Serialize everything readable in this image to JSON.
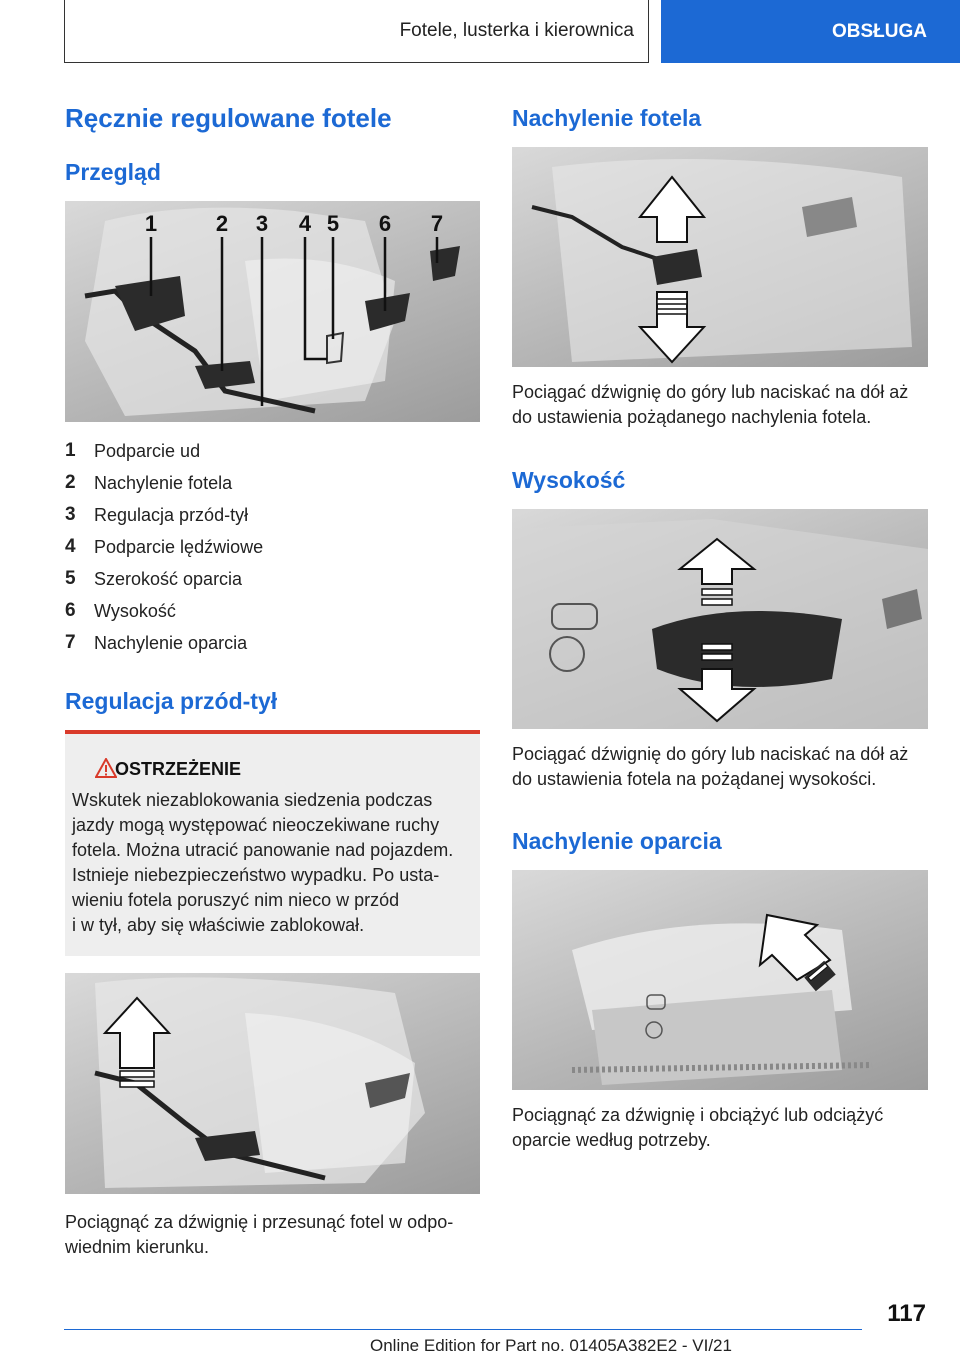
{
  "header": {
    "section": "Fotele, lusterka i kierownica",
    "tab": "OBSŁUGA"
  },
  "left": {
    "title": "Ręcznie regulowane fotele",
    "overview_heading": "Przegląd",
    "overview_callouts": [
      "1",
      "2",
      "3",
      "4",
      "5",
      "6",
      "7"
    ],
    "legend": [
      {
        "num": "1",
        "label": "Podparcie ud"
      },
      {
        "num": "2",
        "label": "Nachylenie fotela"
      },
      {
        "num": "3",
        "label": "Regulacja przód-tył"
      },
      {
        "num": "4",
        "label": "Podparcie lędźwiowe"
      },
      {
        "num": "5",
        "label": "Szerokość oparcia"
      },
      {
        "num": "6",
        "label": "Wysokość"
      },
      {
        "num": "7",
        "label": "Nachylenie oparcia"
      }
    ],
    "fore_aft_heading": "Regulacja przód-tył",
    "warning": {
      "title": "OSTRZEŻENIE",
      "lines": [
        "Wskutek niezablokowania siedzenia podczas",
        "jazdy mogą występować nieoczekiwane ruchy",
        "fotela. Można utracić panowanie nad pojazdem.",
        "Istnieje niebezpieczeństwo wypadku. Po usta-",
        "wieniu fotela poruszyć nim nieco w przód",
        "i w tył, aby się właściwie zablokował."
      ]
    },
    "fore_aft_caption": [
      "Pociągnąć za dźwignię i przesunąć fotel w odpo-",
      "wiednim kierunku."
    ]
  },
  "right": {
    "tilt_heading": "Nachylenie fotela",
    "tilt_caption": [
      "Pociągać dźwignię do góry lub naciskać na dół aż",
      "do ustawienia pożądanego nachylenia fotela."
    ],
    "height_heading": "Wysokość",
    "height_caption": [
      "Pociągać dźwignię do góry lub naciskać na dół aż",
      "do ustawienia fotela na pożądanej wysokości."
    ],
    "backrest_heading": "Nachylenie oparcia",
    "backrest_caption": [
      "Pociągnąć za dźwignię i obciążyć lub odciążyć",
      "oparcie według potrzeby."
    ]
  },
  "footer": {
    "page_number": "117",
    "edition": "Online Edition for Part no. 01405A382E2 - VI/21"
  },
  "colors": {
    "accent": "#1c69d4",
    "warning": "#d93a2a"
  }
}
